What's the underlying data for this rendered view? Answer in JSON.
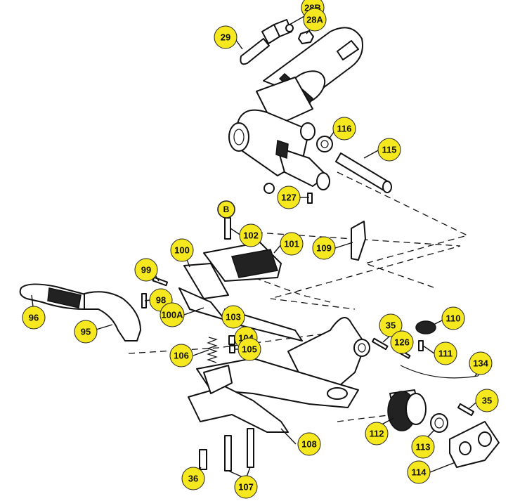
{
  "diagram": {
    "callouts": [
      {
        "id": "28B",
        "label": "28B"
      },
      {
        "id": "28A",
        "label": "28A"
      },
      {
        "id": "29",
        "label": "29"
      },
      {
        "id": "116",
        "label": "116"
      },
      {
        "id": "115",
        "label": "115"
      },
      {
        "id": "127",
        "label": "127"
      },
      {
        "id": "B",
        "label": "B"
      },
      {
        "id": "102",
        "label": "102"
      },
      {
        "id": "101",
        "label": "101"
      },
      {
        "id": "109",
        "label": "109"
      },
      {
        "id": "100",
        "label": "100"
      },
      {
        "id": "99",
        "label": "99"
      },
      {
        "id": "98",
        "label": "98"
      },
      {
        "id": "96",
        "label": "96"
      },
      {
        "id": "100A",
        "label": "100A"
      },
      {
        "id": "103",
        "label": "103"
      },
      {
        "id": "95",
        "label": "95"
      },
      {
        "id": "35a",
        "label": "35"
      },
      {
        "id": "110",
        "label": "110"
      },
      {
        "id": "104",
        "label": "104"
      },
      {
        "id": "126",
        "label": "126"
      },
      {
        "id": "105",
        "label": "105"
      },
      {
        "id": "111",
        "label": "111"
      },
      {
        "id": "106",
        "label": "106"
      },
      {
        "id": "134",
        "label": "134"
      },
      {
        "id": "35b",
        "label": "35"
      },
      {
        "id": "112",
        "label": "112"
      },
      {
        "id": "108",
        "label": "108"
      },
      {
        "id": "113",
        "label": "113"
      },
      {
        "id": "36",
        "label": "36"
      },
      {
        "id": "114",
        "label": "114"
      },
      {
        "id": "107",
        "label": "107"
      }
    ]
  }
}
